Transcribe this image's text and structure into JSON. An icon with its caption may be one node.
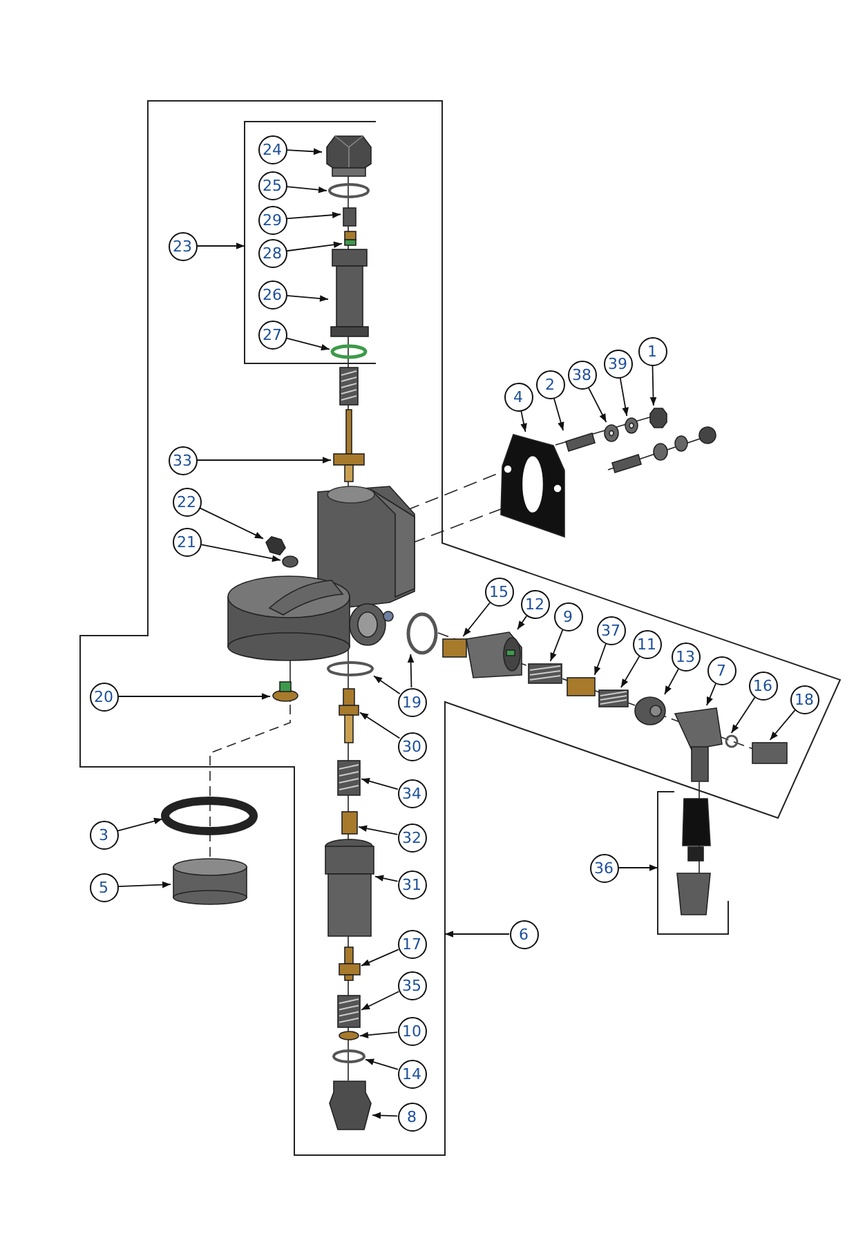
{
  "diagram": {
    "nodes": [
      {
        "text": [],
        "shape": "box"
      },
      {
        "text": [],
        "shape": "box",
        "in": 0
      },
      {
        "text": [],
        "shape": "box"
      },
      {
        "text": [
          "24"
        ],
        "in": 1
      },
      {
        "text": [
          "25"
        ],
        "in": 1
      },
      {
        "text": [
          "23"
        ],
        "in": 0
      },
      {
        "text": [
          "29"
        ],
        "in": 1
      },
      {
        "text": [
          "28"
        ],
        "in": 1
      },
      {
        "text": [
          "26"
        ],
        "in": 1
      },
      {
        "text": [
          "27"
        ],
        "in": 1
      },
      {
        "text": [
          "4"
        ]
      },
      {
        "text": [
          "2"
        ]
      },
      {
        "text": [
          "38"
        ]
      },
      {
        "text": [
          "39"
        ]
      },
      {
        "text": [
          "1"
        ]
      },
      {
        "text": [
          "33"
        ],
        "in": 0
      },
      {
        "text": [
          "22"
        ],
        "in": 0
      },
      {
        "text": [
          "21"
        ],
        "in": 0
      },
      {
        "text": [
          "15"
        ],
        "in": 0
      },
      {
        "text": [
          "12"
        ],
        "in": 0
      },
      {
        "text": [
          "9"
        ],
        "in": 0
      },
      {
        "text": [
          "37"
        ],
        "in": 0
      },
      {
        "text": [
          "11"
        ],
        "in": 0
      },
      {
        "text": [
          "13"
        ],
        "in": 0
      },
      {
        "text": [
          "7"
        ],
        "in": 0
      },
      {
        "text": [
          "16"
        ],
        "in": 0
      },
      {
        "text": [
          "18"
        ],
        "in": 0
      },
      {
        "text": [
          "20"
        ],
        "in": 0
      },
      {
        "text": [
          "19"
        ],
        "in": 0
      },
      {
        "text": [
          "30"
        ],
        "in": 0
      },
      {
        "text": [
          "34"
        ],
        "in": 0
      },
      {
        "text": [
          "3"
        ]
      },
      {
        "text": [
          "32"
        ],
        "in": 0
      },
      {
        "text": [
          "5"
        ]
      },
      {
        "text": [
          "31"
        ],
        "in": 0
      },
      {
        "text": [
          "36"
        ]
      },
      {
        "text": [
          "6"
        ]
      },
      {
        "text": [
          "17"
        ],
        "in": 0
      },
      {
        "text": [
          "35"
        ],
        "in": 0
      },
      {
        "text": [
          "10"
        ],
        "in": 0
      },
      {
        "text": [
          "14"
        ],
        "in": 0
      },
      {
        "text": [
          "8"
        ],
        "in": 0
      },
      {
        "text": [],
        "shape": "picture",
        "in": 1
      },
      {
        "text": [],
        "shape": "circle",
        "in": 1
      },
      {
        "text": [],
        "shape": "box",
        "in": 1
      },
      {
        "text": [],
        "shape": "box",
        "in": 1
      },
      {
        "text": [],
        "shape": "picture",
        "in": 1
      },
      {
        "text": [],
        "shape": "circle",
        "in": 1
      },
      {
        "text": [],
        "shape": "picture"
      },
      {
        "text": [],
        "shape": "bar"
      },
      {
        "text": [],
        "shape": "circle"
      },
      {
        "text": [],
        "shape": "circle"
      },
      {
        "text": [],
        "shape": "box"
      },
      {
        "text": [],
        "shape": "picture",
        "in": 0
      },
      {
        "text": [],
        "shape": "picture",
        "in": 0
      },
      {
        "text": [],
        "shape": "circle",
        "in": 0
      },
      {
        "text": [],
        "shape": "box",
        "in": 0
      },
      {
        "text": [],
        "shape": "picture",
        "in": 0
      },
      {
        "text": [],
        "shape": "picture",
        "in": 0
      },
      {
        "text": [],
        "shape": "box",
        "in": 0
      },
      {
        "text": [],
        "shape": "picture",
        "in": 0
      },
      {
        "text": [],
        "shape": "circle",
        "in": 0
      },
      {
        "text": [],
        "shape": "picture",
        "in": 0
      },
      {
        "text": [],
        "shape": "circle",
        "in": 0
      },
      {
        "text": [],
        "shape": "box",
        "in": 0
      },
      {
        "text": [],
        "shape": "circle",
        "in": 0
      },
      {
        "text": [],
        "shape": "circle",
        "in": 0
      },
      {
        "text": [],
        "shape": "circle",
        "in": 0
      },
      {
        "text": [],
        "shape": "picture",
        "in": 0
      },
      {
        "text": [],
        "shape": "picture",
        "in": 0
      },
      {
        "text": [],
        "shape": "circle"
      },
      {
        "text": [],
        "shape": "box",
        "in": 0
      },
      {
        "text": [],
        "shape": "cylinder"
      },
      {
        "text": [],
        "shape": "cylinder",
        "in": 0
      },
      {
        "text": [],
        "shape": "picture",
        "in": 0
      },
      {
        "text": [],
        "shape": "picture",
        "in": 0
      },
      {
        "text": [],
        "shape": "circle",
        "in": 0
      },
      {
        "text": [],
        "shape": "circle",
        "in": 0
      },
      {
        "text": [],
        "shape": "box",
        "in": 0
      }
    ],
    "edges": [
      {
        "from": 3,
        "to": 42,
        "arrow": "to"
      },
      {
        "from": 4,
        "to": 43,
        "arrow": "to"
      },
      {
        "from": 5,
        "to": 1,
        "arrow": "to"
      },
      {
        "from": 6,
        "to": 44,
        "arrow": "to"
      },
      {
        "from": 7,
        "to": 45,
        "arrow": "to"
      },
      {
        "from": 8,
        "to": 46,
        "arrow": "to"
      },
      {
        "from": 9,
        "to": 47,
        "arrow": "to"
      },
      {
        "from": 10,
        "to": 48,
        "arrow": "to"
      },
      {
        "from": 11,
        "to": 49,
        "arrow": "to"
      },
      {
        "from": 12,
        "to": 50,
        "arrow": "to"
      },
      {
        "from": 13,
        "to": 51,
        "arrow": "to"
      },
      {
        "from": 14,
        "to": 52,
        "arrow": "to"
      },
      {
        "from": 15,
        "to": 53,
        "arrow": "to"
      },
      {
        "from": 16,
        "to": 54,
        "arrow": "to"
      },
      {
        "from": 17,
        "to": 55,
        "arrow": "to"
      },
      {
        "from": 18,
        "to": 56,
        "arrow": "to"
      },
      {
        "from": 19,
        "to": 57,
        "arrow": "to"
      },
      {
        "from": 20,
        "to": 58,
        "arrow": "to"
      },
      {
        "from": 21,
        "to": 59,
        "arrow": "to"
      },
      {
        "from": 22,
        "to": 60,
        "arrow": "to"
      },
      {
        "from": 23,
        "to": 61,
        "arrow": "to"
      },
      {
        "from": 24,
        "to": 62,
        "arrow": "to"
      },
      {
        "from": 25,
        "to": 63,
        "arrow": "to"
      },
      {
        "from": 26,
        "to": 64,
        "arrow": "to"
      },
      {
        "from": 27,
        "to": 65,
        "arrow": "to"
      },
      {
        "from": 28,
        "to": 66,
        "arrow": "to"
      },
      {
        "from": 28,
        "to": 67,
        "arrow": "to"
      },
      {
        "from": 29,
        "to": 68,
        "arrow": "to"
      },
      {
        "from": 30,
        "to": 69,
        "arrow": "to"
      },
      {
        "from": 31,
        "to": 70,
        "arrow": "to"
      },
      {
        "from": 32,
        "to": 71,
        "arrow": "to"
      },
      {
        "from": 33,
        "to": 72,
        "arrow": "to"
      },
      {
        "from": 34,
        "to": 73,
        "arrow": "to"
      },
      {
        "from": 35,
        "to": 2,
        "arrow": "to"
      },
      {
        "from": 36,
        "to": 0,
        "arrow": "to"
      },
      {
        "from": 37,
        "to": 74,
        "arrow": "to"
      },
      {
        "from": 38,
        "to": 75,
        "arrow": "to"
      },
      {
        "from": 39,
        "to": 76,
        "arrow": "to"
      },
      {
        "from": 40,
        "to": 77,
        "arrow": "to"
      },
      {
        "from": 41,
        "to": 78,
        "arrow": "to"
      }
    ]
  }
}
